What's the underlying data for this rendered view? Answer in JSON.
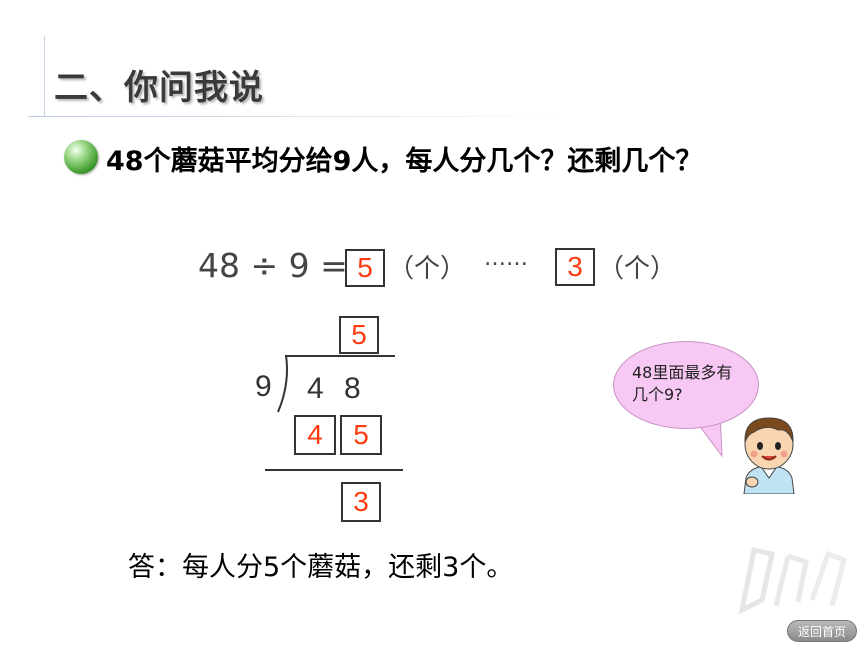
{
  "header": {
    "section_title": "二、你问我说"
  },
  "question": {
    "text": "48个蘑菇平均分给9人，每人分几个？还剩几个？"
  },
  "equation": {
    "expression": "48 ÷ 9 =",
    "quotient": "5",
    "unit_one": "（个）",
    "dots": "……",
    "remainder": "3",
    "unit_two": "（个）"
  },
  "long_division": {
    "quotient": "5",
    "divisor": "9",
    "dividend_tens": "4",
    "dividend_ones": "8",
    "product_tens": "4",
    "product_ones": "5",
    "remainder": "3"
  },
  "answer": {
    "text": "答：每人分5个蘑菇，还剩3个。"
  },
  "speech_bubble": {
    "text": "48里面最多有几个9?"
  },
  "footer": {
    "back_label": "返回首页"
  },
  "icons": {
    "bullet": "green-ball-icon",
    "character": "boy-icon",
    "watermark": "stamp-watermark-icon"
  }
}
